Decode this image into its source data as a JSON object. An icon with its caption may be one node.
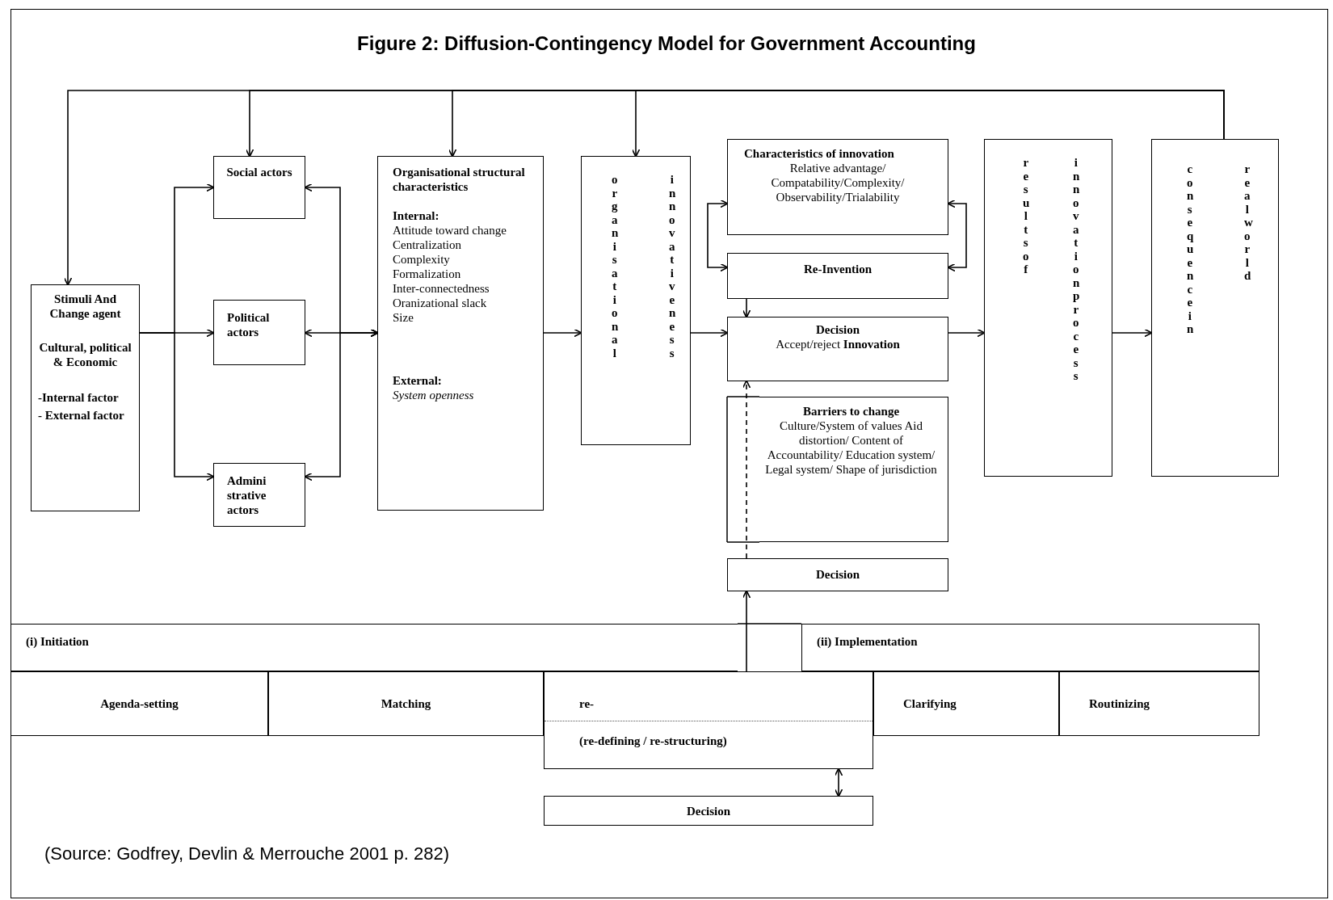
{
  "diagram": {
    "title": "Figure 2: Diffusion-Contingency Model for Government Accounting",
    "caption": "(Source: Godfrey, Devlin & Merrouche 2001 p. 282)",
    "nodes": [
      {
        "text": [
          "Stimuli And Change agent",
          "Cultural, political & Economic",
          "-Internal factor",
          "- External factor"
        ]
      },
      {
        "text": [
          "Social actors"
        ]
      },
      {
        "text": [
          "Political actors"
        ]
      },
      {
        "text": [
          "Admini strative actors"
        ]
      },
      {
        "text": [
          "Organisational structural characteristics",
          "Internal:",
          "Attitude toward change",
          "Centralization",
          "Complexity",
          "Formalization",
          "Inter-connectedness",
          "Oranizational slack",
          "Size",
          "External:",
          "System openness"
        ]
      },
      {
        "text": [
          "organisational",
          "innovativeness"
        ]
      },
      {
        "text": [
          "Characteristics of innovation",
          "Relative advantage/ Compatability/Complexity/ Observability/Trialability"
        ]
      },
      {
        "text": [
          "Re-Invention"
        ]
      },
      {
        "text": [
          "Decision",
          "Accept/reject **Innovation**"
        ]
      },
      {
        "text": [
          "Barriers to change",
          "Culture/System of values Aid distortion/ Content of Accountability/ Education system/ Legal system/ Shape of jurisdiction"
        ]
      },
      {
        "text": [
          "Decision"
        ]
      },
      {
        "text": [
          "results of",
          "innovation process"
        ]
      },
      {
        "text": [
          "consequence in",
          "real world"
        ]
      },
      {
        "text": [
          "(i) Initiation"
        ]
      },
      {
        "text": [
          "(ii) Implementation"
        ]
      },
      {
        "text": [
          "Agenda-setting"
        ]
      },
      {
        "text": [
          "Matching"
        ]
      },
      {
        "text": [
          "re-",
          "(re-defining / re-structuring)"
        ]
      },
      {
        "text": [
          "Clarifying"
        ]
      },
      {
        "text": [
          "Routinizing"
        ]
      },
      {
        "text": [
          "Decision"
        ]
      }
    ],
    "edges": [
      {
        "from": 12,
        "to": 0,
        "arrow": "to"
      },
      {
        "from": 12,
        "to": 1,
        "arrow": "to"
      },
      {
        "from": 12,
        "to": 4,
        "arrow": "to"
      },
      {
        "from": 12,
        "to": 5,
        "arrow": "to"
      },
      {
        "from": 0,
        "to": 1,
        "arrow": "to"
      },
      {
        "from": 0,
        "to": 2,
        "arrow": "to"
      },
      {
        "from": 0,
        "to": 3,
        "arrow": "to"
      },
      {
        "from": 1,
        "to": 4,
        "arrow": "both"
      },
      {
        "from": 2,
        "to": 4,
        "arrow": "both"
      },
      {
        "from": 3,
        "to": 4,
        "arrow": "both"
      },
      {
        "from": 4,
        "to": 5,
        "arrow": "to"
      },
      {
        "from": 5,
        "to": 8,
        "arrow": "to"
      },
      {
        "from": 8,
        "to": 11,
        "arrow": "to"
      },
      {
        "from": 11,
        "to": 12,
        "arrow": "to"
      },
      {
        "from": 6,
        "to": 7,
        "arrow": "both"
      },
      {
        "from": 7,
        "to": 6,
        "arrow": "both"
      },
      {
        "from": 7,
        "to": 8,
        "arrow": "to"
      },
      {
        "from": 10,
        "to": 8,
        "arrow": "to",
        "style": "dashed"
      },
      {
        "from": 17,
        "to": 10,
        "arrow": "to"
      },
      {
        "from": 17,
        "to": 20,
        "arrow": "both"
      }
    ]
  }
}
